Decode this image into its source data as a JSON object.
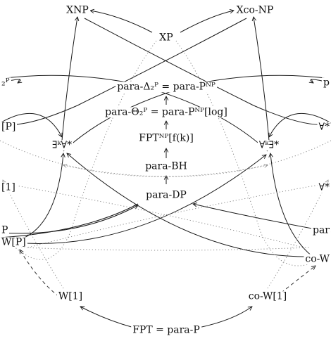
{
  "nodes": {
    "xnp": "XNP",
    "xco_np": "Xco-NP",
    "xp": "XP",
    "delta": "para-Δ₂ᴾ = para-Pᴺᴾ",
    "theta": "para-Θ₂ᴾ = para-Pᴺᴾ[log]",
    "fpt_np": "FPTᴺᴾ[f(k)]",
    "para_bh": "para-BH",
    "para_dp": "para-DP",
    "exists_forall": "∃ᵏ∀*",
    "forall_exists": "∀ᵏ∃*",
    "w1": "W[1]",
    "co_w1": "co-W[1]",
    "fpt": "FPT = para-P",
    "left_a": "₂ᴾ",
    "left_b": "[P]",
    "left_c": "[1]",
    "left_d": "P",
    "left_e": "W[P]",
    "right_a": "p",
    "right_b": "∀*",
    "right_c": "∀*",
    "right_d": "par",
    "right_e": "co-W"
  }
}
